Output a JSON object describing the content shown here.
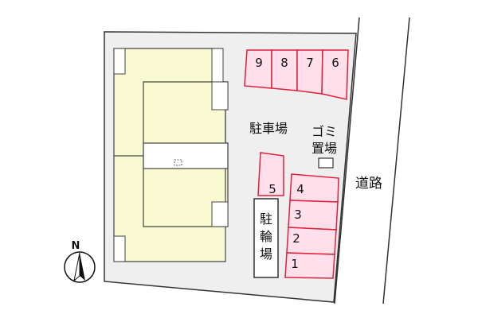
{
  "labels": {
    "parking": "駐車場",
    "garbage_line1": "ゴミ",
    "garbage_line2": "置場",
    "road": "道路",
    "bicycle": [
      "駐",
      "輪",
      "場"
    ],
    "north": "N"
  },
  "parking_spaces_top": [
    "9",
    "8",
    "7",
    "6"
  ],
  "parking_space_single": "5",
  "parking_spaces_right": [
    "4",
    "3",
    "2",
    "1"
  ],
  "colors": {
    "lot": "#efefef",
    "building": "#fafad2",
    "parking_fill": "#ffe0ea",
    "parking_stroke": "#e0203c",
    "outline": "#333333"
  }
}
